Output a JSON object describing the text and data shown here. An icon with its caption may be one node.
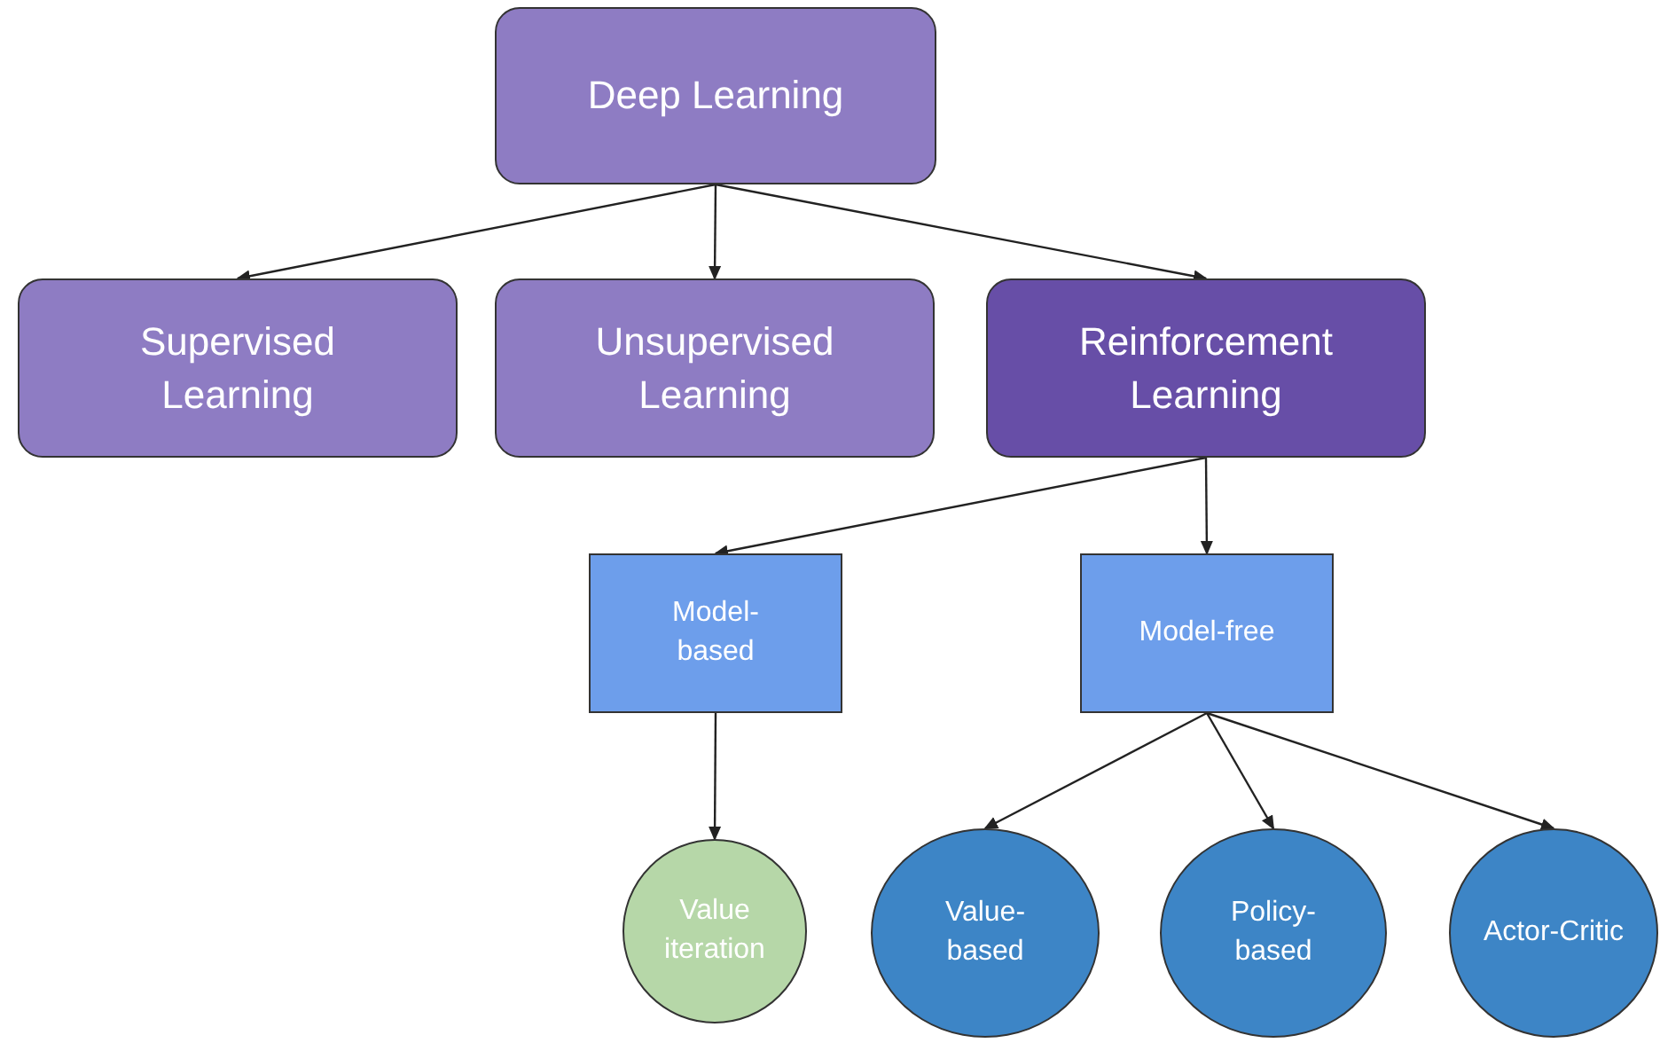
{
  "diagram": {
    "nodes": [
      {
        "text": [
          "Deep Learning"
        ]
      },
      {
        "text": [
          "Supervised Learning"
        ]
      },
      {
        "text": [
          "Unsupervised Learning"
        ]
      },
      {
        "text": [
          "Reinforcement Learning"
        ]
      },
      {
        "text": [
          "Model-based"
        ]
      },
      {
        "text": [
          "Model-free"
        ]
      },
      {
        "text": [
          "Value iteration"
        ]
      },
      {
        "text": [
          "Value-based"
        ]
      },
      {
        "text": [
          "Policy-based"
        ]
      },
      {
        "text": [
          "Actor-Critic"
        ]
      }
    ],
    "edges": [
      {
        "from": 0,
        "to": 1,
        "arrow": "to"
      },
      {
        "from": 0,
        "to": 2,
        "arrow": "to"
      },
      {
        "from": 0,
        "to": 3,
        "arrow": "to"
      },
      {
        "from": 3,
        "to": 4,
        "arrow": "to"
      },
      {
        "from": 3,
        "to": 5,
        "arrow": "to"
      },
      {
        "from": 4,
        "to": 6,
        "arrow": "to"
      },
      {
        "from": 5,
        "to": 7,
        "arrow": "to"
      },
      {
        "from": 5,
        "to": 8,
        "arrow": "to"
      },
      {
        "from": 5,
        "to": 9,
        "arrow": "to"
      }
    ]
  }
}
